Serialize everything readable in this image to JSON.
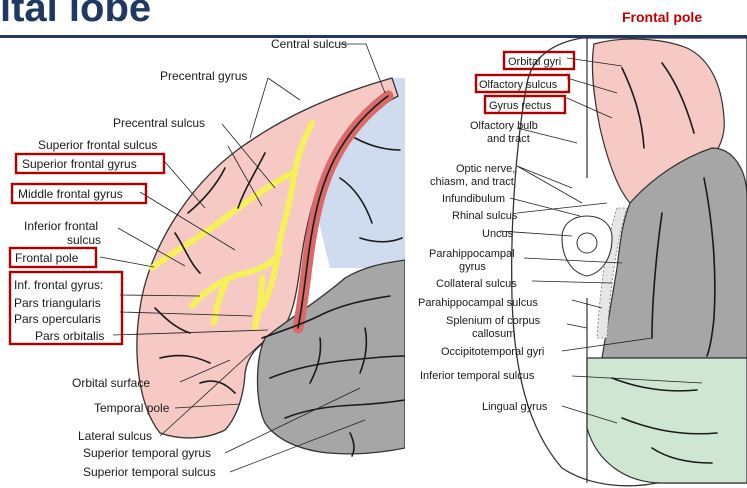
{
  "header": {
    "title": "ital lobe",
    "corner_label": "Frontal pole"
  },
  "colors": {
    "title": "#1f3864",
    "highlight_box": "#b00000",
    "frontal_lobe": "#f6c9c4",
    "parietal_lobe": "#cfdcef",
    "temporal_lobe": "#a6a6a6",
    "occipital_lobe": "#cfe6d2",
    "gyrus_highlight": "#f6f05a",
    "central_sulcus_highlight": "#d86a6a"
  },
  "lateral_view": {
    "labels": {
      "central_sulcus": "Central sulcus",
      "precentral_gyrus": "Precentral gyrus",
      "precentral_sulcus": "Precentral sulcus",
      "superior_frontal_sulcus": "Superior frontal sulcus",
      "superior_frontal_gyrus": "Superior frontal gyrus",
      "middle_frontal_gyrus": "Middle frontal gyrus",
      "inferior_frontal_line1": "Inferior frontal",
      "inferior_frontal_line2": "sulcus",
      "frontal_pole": "Frontal pole",
      "inf_frontal_gyrus": "Inf. frontal gyrus:",
      "pars_triangularis": "Pars triangularis",
      "pars_opercularis": "Pars opercularis",
      "pars_orbitalis": "Pars orbitalis",
      "orbital_surface": "Orbital surface",
      "temporal_pole": "Temporal pole",
      "lateral_sulcus": "Lateral sulcus",
      "superior_temporal_gyrus": "Superior temporal gyrus",
      "superior_temporal_sulcus": "Superior temporal sulcus"
    }
  },
  "inferior_view": {
    "labels": {
      "orbital_gyri": "Orbital gyri",
      "olfactory_sulcus": "Olfactory sulcus",
      "gyrus_rectus": "Gyrus rectus",
      "olfactory_bulb_line1": "Olfactory bulb",
      "olfactory_bulb_line2": "and tract",
      "optic_line1": "Optic nerve,",
      "optic_line2": "chiasm, and tract",
      "infundibulum": "Infundibulum",
      "rhinal_sulcus": "Rhinal sulcus",
      "uncus": "Uncus",
      "parahippocampal_gyrus_line1": "Parahippocampal",
      "parahippocampal_gyrus_line2": "gyrus",
      "collateral_sulcus": "Collateral sulcus",
      "parahippocampal_sulcus": "Parahippocampal sulcus",
      "splenium_line1": "Splenium of corpus",
      "splenium_line2": "callosum",
      "occipitotemporal_gyri": "Occipitotemporal gyri",
      "inferior_temporal_sulcus": "Inferior temporal sulcus",
      "lingual_gyrus": "Lingual gyrus"
    }
  }
}
